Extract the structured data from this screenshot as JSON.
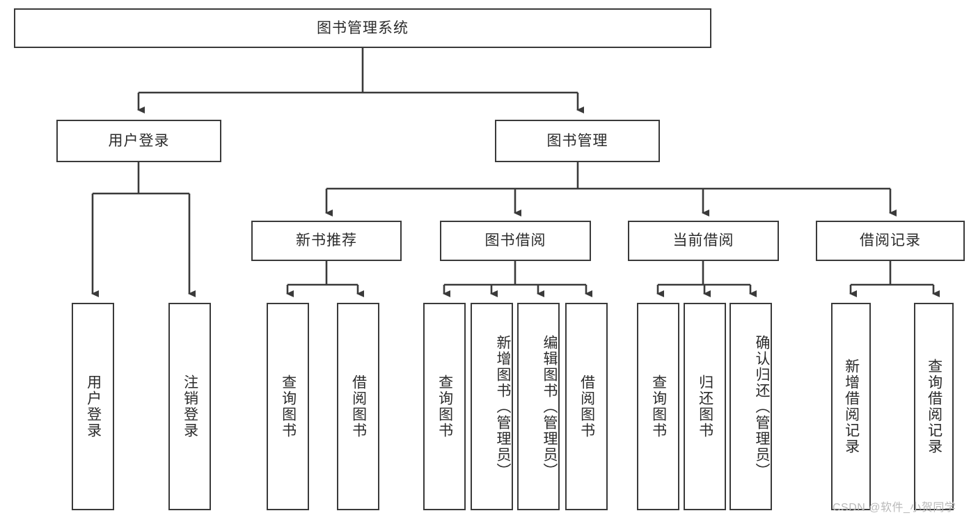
{
  "diagram": {
    "title": "图书管理系统",
    "type": "hierarchy-tree",
    "watermark": "CSDN @软件_小贺同学",
    "colors": {
      "box_border": "#3a3a3a",
      "box_fill": "#ffffff",
      "connector": "#3a3a3a",
      "text": "#2b2b2b",
      "watermark": "#b9b9b9"
    },
    "root": {
      "label": "图书管理系统"
    },
    "level2": [
      {
        "label": "用户登录"
      },
      {
        "label": "图书管理"
      }
    ],
    "level3": [
      {
        "label": "新书推荐"
      },
      {
        "label": "图书借阅"
      },
      {
        "label": "当前借阅"
      },
      {
        "label": "借阅记录"
      }
    ],
    "leaves": {
      "user_login": [
        {
          "label": "用户登录"
        },
        {
          "label": "注销登录"
        }
      ],
      "new_book_recommend": [
        {
          "label": "查询图书"
        },
        {
          "label": "借阅图书"
        }
      ],
      "book_borrow": [
        {
          "label": "查询图书"
        },
        {
          "label": "新增图书（管理员）"
        },
        {
          "label": "编辑图书（管理员）"
        },
        {
          "label": "借阅图书"
        }
      ],
      "current_borrow": [
        {
          "label": "查询图书"
        },
        {
          "label": "归还图书"
        },
        {
          "label": "确认归还（管理员）"
        }
      ],
      "borrow_record": [
        {
          "label": "新增借阅记录"
        },
        {
          "label": "查询借阅记录"
        }
      ]
    }
  }
}
